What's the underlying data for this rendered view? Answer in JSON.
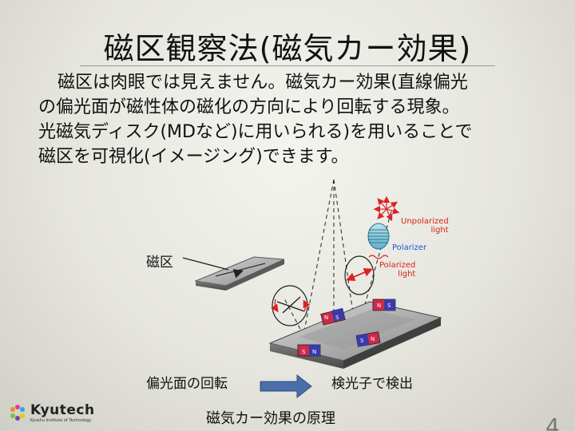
{
  "slide": {
    "title": "磁区観察法(磁気カー効果)",
    "body_lines": [
      "磁区は肉眼では見えません。磁気カー効果(直線偏光",
      "の偏光面が磁性体の磁化の方向により回転する現象。",
      "光磁気ディスク(MDなど)に用いられる)を用いることで",
      "磁区を可視化(イメージング)できます。"
    ],
    "page_number": "4"
  },
  "diagram": {
    "label_domain": "磁区",
    "label_rotation": "偏光面の回転",
    "label_detect": "検光子で検出",
    "caption": "磁気カー効果の原理",
    "unpolarized_line1": "Unpolarized",
    "unpolarized_line2": "light",
    "polarizer": "Polarizer",
    "polarized_line1": "Polarized",
    "polarized_line2": "light",
    "magnet_n": "N",
    "magnet_s": "S",
    "colors": {
      "red": "#dd2222",
      "blue": "#2254d8",
      "magnet_red": "#cc2a4a",
      "magnet_blue": "#3a3aa8",
      "arrow": "#4a6ea8"
    }
  },
  "logo": {
    "name": "Kyutech",
    "subtitle": "Kyushu Institute of Technology"
  }
}
